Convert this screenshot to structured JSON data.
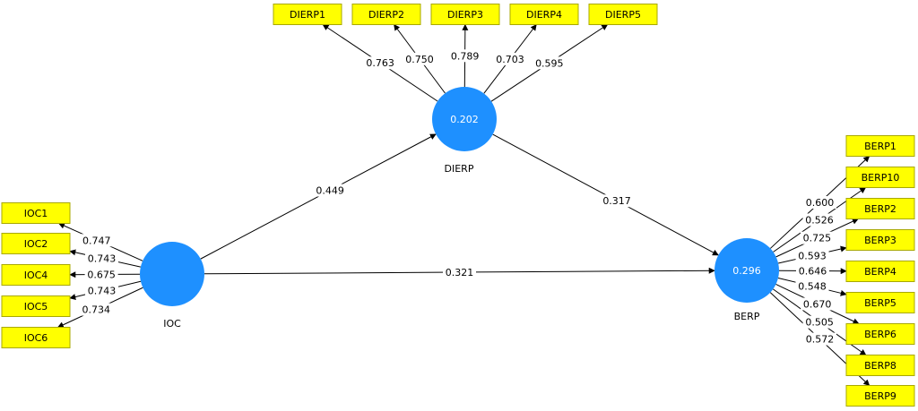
{
  "constructs": [
    {
      "id": "IOC",
      "name": "IOC",
      "value": ""
    },
    {
      "id": "DIERP",
      "name": "DIERP",
      "value": "0.202"
    },
    {
      "id": "BERP",
      "name": "BERP",
      "value": "0.296"
    }
  ],
  "paths": [
    {
      "from": "IOC",
      "to": "DIERP",
      "coef": "0.449"
    },
    {
      "from": "DIERP",
      "to": "BERP",
      "coef": "0.317"
    },
    {
      "from": "IOC",
      "to": "BERP",
      "coef": "0.321"
    }
  ],
  "indicators": {
    "IOC": [
      {
        "label": "IOC1",
        "loading": "0.747"
      },
      {
        "label": "IOC2",
        "loading": "0.743"
      },
      {
        "label": "IOC4",
        "loading": "0.675"
      },
      {
        "label": "IOC5",
        "loading": "0.743"
      },
      {
        "label": "IOC6",
        "loading": "0.734"
      }
    ],
    "DIERP": [
      {
        "label": "DIERP1",
        "loading": "0.763"
      },
      {
        "label": "DIERP2",
        "loading": "0.750"
      },
      {
        "label": "DIERP3",
        "loading": "0.789"
      },
      {
        "label": "DIERP4",
        "loading": "0.703"
      },
      {
        "label": "DIERP5",
        "loading": "0.595"
      }
    ],
    "BERP": [
      {
        "label": "BERP1",
        "loading": "0.600"
      },
      {
        "label": "BERP10",
        "loading": "0.526"
      },
      {
        "label": "BERP2",
        "loading": "0.725"
      },
      {
        "label": "BERP3",
        "loading": "0.593"
      },
      {
        "label": "BERP4",
        "loading": "0.646"
      },
      {
        "label": "BERP5",
        "loading": "0.548"
      },
      {
        "label": "BERP6",
        "loading": "0.670"
      },
      {
        "label": "BERP8",
        "loading": "0.505"
      },
      {
        "label": "BERP9",
        "loading": "0.572"
      }
    ]
  },
  "colors": {
    "construct_fill": "#1e90ff",
    "indicator_fill": "#ffff00",
    "line": "#000000"
  }
}
